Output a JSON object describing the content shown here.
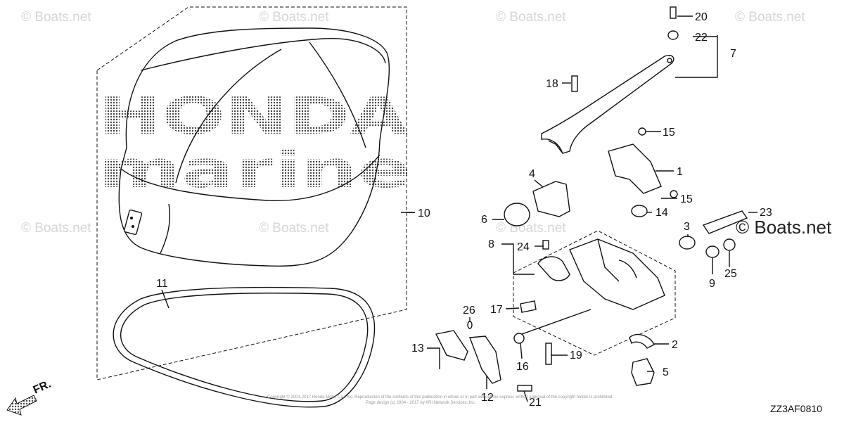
{
  "watermark": {
    "text": "© Boats.net",
    "corner_text": "© Boats.net",
    "brand_line1": "HONDA",
    "brand_line2": "marine"
  },
  "footer": {
    "diagram_code": "ZZ3AF0810",
    "copyright": "Copyright © 2001-2017 Honda Motor Co., Inc. Reproduction of the contents of this publication in whole or in part without the express written approval of the copyright holder is prohibited.",
    "copyright2": "Page design (c) 2004 - 2017 by ARI Network Services, Inc."
  },
  "direction": {
    "label": "FR."
  },
  "callouts": [
    {
      "id": "c1",
      "number": "1"
    },
    {
      "id": "c2",
      "number": "2"
    },
    {
      "id": "c3",
      "number": "3"
    },
    {
      "id": "c4",
      "number": "4"
    },
    {
      "id": "c5",
      "number": "5"
    },
    {
      "id": "c6",
      "number": "6"
    },
    {
      "id": "c7",
      "number": "7"
    },
    {
      "id": "c8",
      "number": "8"
    },
    {
      "id": "c9",
      "number": "9"
    },
    {
      "id": "c10",
      "number": "10"
    },
    {
      "id": "c11",
      "number": "11"
    },
    {
      "id": "c12",
      "number": "12"
    },
    {
      "id": "c13",
      "number": "13"
    },
    {
      "id": "c14",
      "number": "14"
    },
    {
      "id": "c15a",
      "number": "15"
    },
    {
      "id": "c15b",
      "number": "15"
    },
    {
      "id": "c16",
      "number": "16"
    },
    {
      "id": "c17",
      "number": "17"
    },
    {
      "id": "c18",
      "number": "18"
    },
    {
      "id": "c19",
      "number": "19"
    },
    {
      "id": "c20",
      "number": "20"
    },
    {
      "id": "c21",
      "number": "21"
    },
    {
      "id": "c22",
      "number": "22"
    },
    {
      "id": "c23",
      "number": "23"
    },
    {
      "id": "c24",
      "number": "24"
    },
    {
      "id": "c25",
      "number": "25"
    },
    {
      "id": "c26",
      "number": "26"
    }
  ]
}
